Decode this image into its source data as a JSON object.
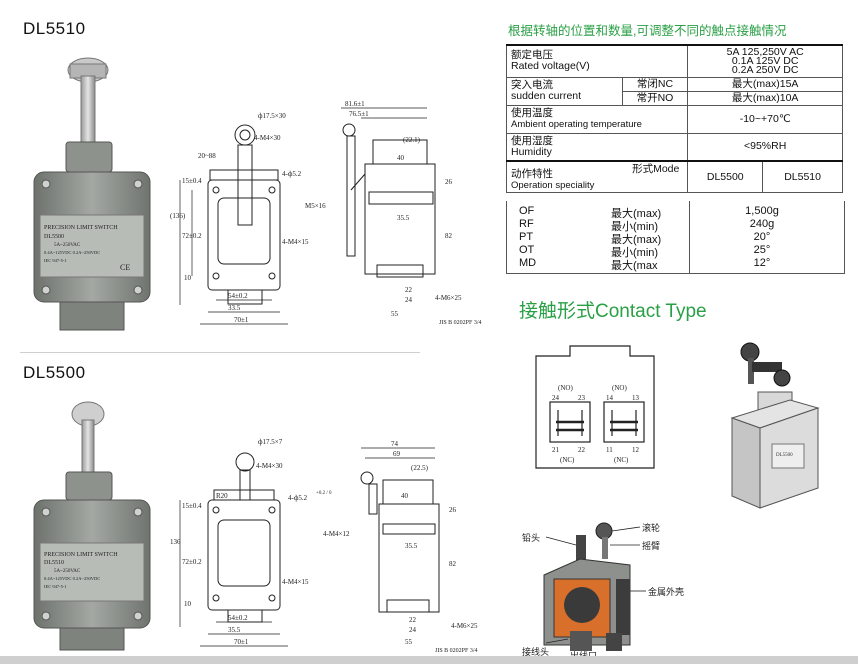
{
  "header": {
    "model_top": "DL5510",
    "model_bottom": "DL5500",
    "spec_title": "根据转轴的位置和数量,可调整不同的触点接触情况",
    "contact_title": "接触形式Contact Type"
  },
  "spec_table": {
    "rated_voltage_cn": "额定电压",
    "rated_voltage_en": "Rated voltage(V)",
    "rated_voltage_val_1": "5A 125,250V AC",
    "rated_voltage_val_2": "0.1A  125V  DC",
    "rated_voltage_val_3": "0.2A  250V  DC",
    "sudden_current_cn": "突入电流",
    "sudden_current_en": "sudden current",
    "nc_label": "常闭NC",
    "no_label": "常开NO",
    "nc_val": "最大(max)15A",
    "no_val": "最大(max)10A",
    "temp_cn": "使用温度",
    "temp_en": "Ambient operating temperature",
    "temp_val": "-10~+70℃",
    "humidity_cn": "使用湿度",
    "humidity_en": "Humidity",
    "humidity_val": "<95%RH",
    "op_cn": "动作特性",
    "op_en": "Operation speciality",
    "mode_label": "形式Mode",
    "mode_a": "DL5500",
    "mode_b": "DL5510",
    "ops": [
      {
        "code": "OF",
        "limit": "最大(max)",
        "value": "1,500g"
      },
      {
        "code": "RF",
        "limit": "最小(min)",
        "value": "240g"
      },
      {
        "code": "PT",
        "limit": "最大(max)",
        "value": "20°"
      },
      {
        "code": "OT",
        "limit": "最小(min)",
        "value": "25°"
      },
      {
        "code": "MD",
        "limit": "最大(max",
        "value": "12°"
      }
    ]
  },
  "drawing_top": {
    "d_roller": "ф17.5×30",
    "m4x30": "4-M4×30",
    "r20_88": "20~88",
    "dim_15": "15±0.4",
    "dim_136": "(136)",
    "dim_72": "72±0.2",
    "dim_10": "10",
    "hole_52": "4-ф5.2",
    "m4x15": "4-M4×15",
    "dim_54": "54±0.2",
    "dim_335": "33.5",
    "dim_70": "70±1",
    "dim_816": "81.6±1",
    "dim_765": "76.5±1",
    "dim_221": "(22.1)",
    "dim_40": "40",
    "dim_26": "26",
    "m5x16": "M5×16",
    "dim_355": "35.5",
    "dim_82": "82",
    "dim_22": "22",
    "dim_24": "24",
    "m6x25": "4-M6×25",
    "dim_55": "55",
    "conduit": "JIS B 0202PF 3/4"
  },
  "drawing_bottom": {
    "d_roller": "ф17.5×7",
    "m4x30": "4-M4×30",
    "r20": "R20",
    "hole_52": "4-ф5.2",
    "hole_tol": "+0.2 / 0",
    "dim_15": "15±0.4",
    "dim_136": "136",
    "dim_72": "72±0.2",
    "dim_10": "10",
    "m4x15": "4-M4×15",
    "dim_54": "54±0.2",
    "dim_355": "35.5",
    "dim_70": "70±1",
    "dim_74": "74",
    "dim_69": "69",
    "dim_225": "(22.5)",
    "dim_40": "40",
    "dim_26": "26",
    "m4x12": "4-M4×12",
    "dim_355b": "35.5",
    "dim_82": "82",
    "dim_22": "22",
    "dim_24": "24",
    "m6x25": "4-M6×25",
    "dim_55": "55",
    "conduit": "JIS B 0202PF 3/4"
  },
  "photo_label": {
    "line1": "PRECISION LIMIT SWITCH",
    "line2_top": "DL5500",
    "line2_bottom": "DL5510",
    "line3": "5A~250VAC",
    "line4": "0.4A~125VDC   0.2A~250VDC",
    "line5": "IEC 947-5-1",
    "ce": "CE"
  },
  "contact": {
    "no_left": "(NO)",
    "no_right": "(NO)",
    "nc_left": "(NC)",
    "nc_right": "(NC)",
    "t24": "24",
    "t23": "23",
    "t14": "14",
    "t13": "13",
    "t21": "21",
    "t22": "22",
    "t11": "11",
    "t12": "12",
    "lbl_roller": "滚轮",
    "lbl_lead": "铅头",
    "lbl_arm": "摇臂",
    "lbl_case": "金属外壳",
    "lbl_terminal": "接线头",
    "lbl_outlet": "出线口",
    "mini_label": "DL5500"
  },
  "colors": {
    "accent_green": "#2aa046",
    "body_grey": "#8a8f8a",
    "cutaway_orange": "#d8702c"
  }
}
